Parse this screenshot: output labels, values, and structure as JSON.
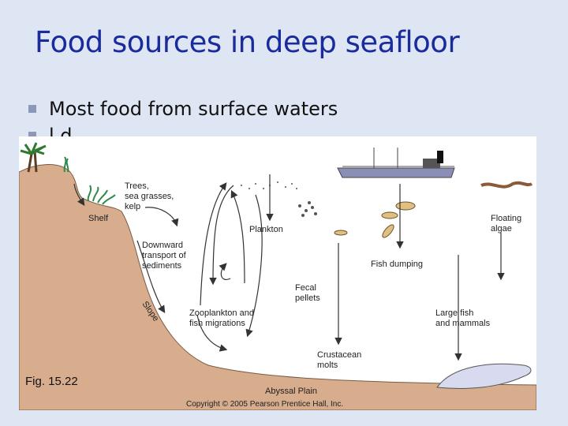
{
  "slide": {
    "title": "Food sources in deep seafloor",
    "bullets": [
      "Most food from surface waters",
      "l        d"
    ]
  },
  "figure": {
    "caption": "Fig. 15.22",
    "labels": {
      "trees": [
        "Trees,",
        "sea grasses,",
        "kelp"
      ],
      "shelf": "Shelf",
      "downward": [
        "Downward",
        "transport of",
        "sediments"
      ],
      "slope": "Slope",
      "plankton": "Plankton",
      "fecal": [
        "Fecal",
        "pellets"
      ],
      "zooplankton": [
        "Zooplankton and",
        "fish migrations"
      ],
      "crustacean": [
        "Crustacean",
        "molts"
      ],
      "fish_dumping": "Fish dumping",
      "large_fish": [
        "Large fish",
        "and mammals"
      ],
      "floating": [
        "Floating",
        "algae"
      ],
      "abyssal": "Abyssal Plain",
      "copyright": "Copyright © 2005 Pearson Prentice Hall, Inc."
    }
  },
  "colors": {
    "title": "#1a2b9b",
    "background": "#dfe6f3",
    "land": "#d7ad8d",
    "water": "#ffffff",
    "ship_hull": "#8c8fb5"
  }
}
